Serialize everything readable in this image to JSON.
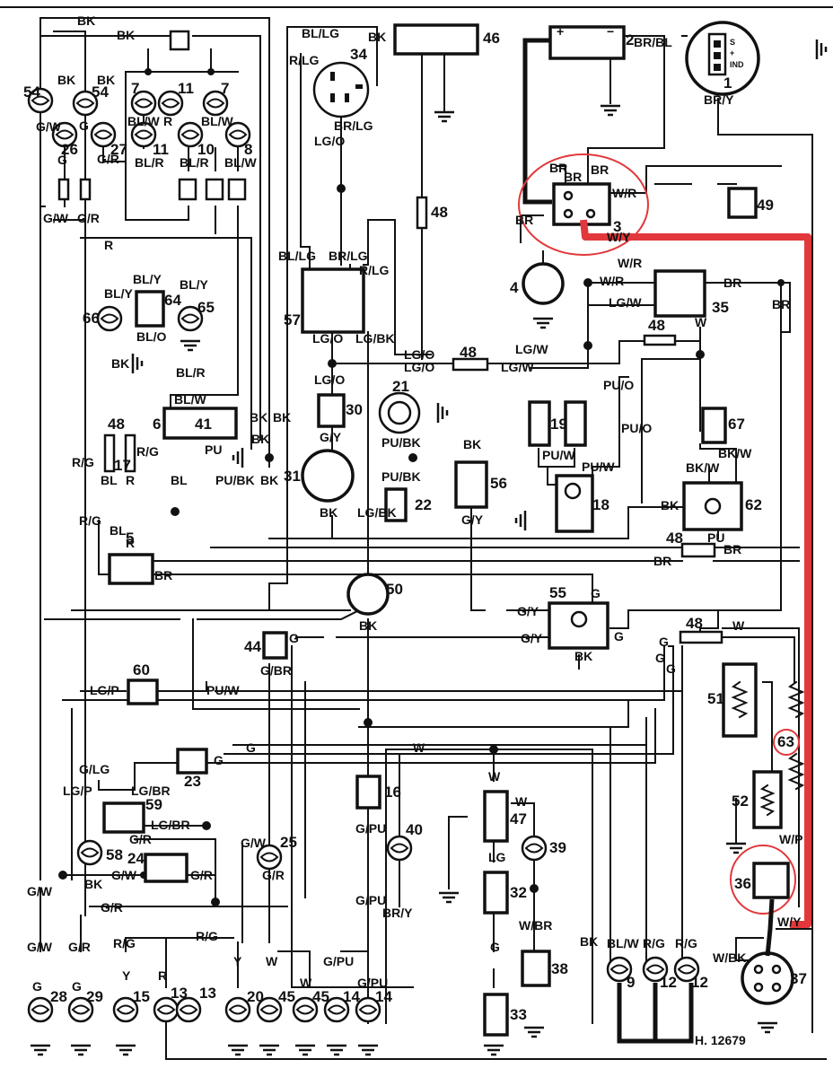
{
  "ref": "H. 12679",
  "components": [
    {
      "n": "1"
    },
    {
      "n": "2"
    },
    {
      "n": "3"
    },
    {
      "n": "4"
    },
    {
      "n": "5"
    },
    {
      "n": "6"
    },
    {
      "n": "7"
    },
    {
      "n": "8"
    },
    {
      "n": "9"
    },
    {
      "n": "10"
    },
    {
      "n": "11"
    },
    {
      "n": "12"
    },
    {
      "n": "13"
    },
    {
      "n": "14"
    },
    {
      "n": "15"
    },
    {
      "n": "16"
    },
    {
      "n": "17"
    },
    {
      "n": "18"
    },
    {
      "n": "19"
    },
    {
      "n": "20"
    },
    {
      "n": "21"
    },
    {
      "n": "22"
    },
    {
      "n": "23"
    },
    {
      "n": "24"
    },
    {
      "n": "25"
    },
    {
      "n": "26"
    },
    {
      "n": "27"
    },
    {
      "n": "28"
    },
    {
      "n": "29"
    },
    {
      "n": "30"
    },
    {
      "n": "31"
    },
    {
      "n": "32"
    },
    {
      "n": "33"
    },
    {
      "n": "34"
    },
    {
      "n": "35"
    },
    {
      "n": "36"
    },
    {
      "n": "37"
    },
    {
      "n": "38"
    },
    {
      "n": "39"
    },
    {
      "n": "40"
    },
    {
      "n": "41"
    },
    {
      "n": "44"
    },
    {
      "n": "45"
    },
    {
      "n": "46"
    },
    {
      "n": "47"
    },
    {
      "n": "48"
    },
    {
      "n": "49"
    },
    {
      "n": "50"
    },
    {
      "n": "51"
    },
    {
      "n": "52"
    },
    {
      "n": "54"
    },
    {
      "n": "55"
    },
    {
      "n": "56"
    },
    {
      "n": "57"
    },
    {
      "n": "58"
    },
    {
      "n": "59"
    },
    {
      "n": "60"
    },
    {
      "n": "62"
    },
    {
      "n": "63"
    },
    {
      "n": "64"
    },
    {
      "n": "65"
    },
    {
      "n": "66"
    },
    {
      "n": "67"
    }
  ],
  "wire_codes": [
    "BK",
    "BL/LG",
    "R/LG",
    "BR/LG",
    "LG/O",
    "BR/BL",
    "BR/Y",
    "BR",
    "W/R",
    "W/Y",
    "G/W",
    "G/R",
    "BL/W",
    "BL/R",
    "R",
    "G",
    "BL/Y",
    "BL/O",
    "W/R",
    "LG/W",
    "PU/O",
    "PU/W",
    "PU/BK",
    "G/Y",
    "LG/BK",
    "BL",
    "PU",
    "R/G",
    "LG/P",
    "G/BR",
    "PU/W",
    "W",
    "G/LG",
    "LG/BR",
    "W/P",
    "W/BK",
    "BR/Y",
    "G/PU",
    "W/BR",
    "LG",
    "R/G",
    "Y"
  ],
  "colors": {
    "ink": "#111111",
    "highlight": "#e2383b"
  },
  "labels": {
    "bk": "BK",
    "bl_lg": "BL/LG",
    "r_lg": "R/LG",
    "br_lg": "BR/LG",
    "lg_o": "LG/O",
    "br_bl": "BR/BL",
    "br_y": "BR/Y",
    "br": "BR",
    "w_r": "W/R",
    "w_y": "W/Y",
    "g_w": "G/W",
    "g_r": "G/R",
    "bl_w": "BL/W",
    "bl_r": "BL/R",
    "r": "R",
    "g": "G",
    "bl_y": "BL/Y",
    "bl_o": "BL/O",
    "lg_w": "LG/W",
    "pu_o": "PU/O",
    "pu_w": "PU/W",
    "pu_bk": "PU/BK",
    "g_y": "G/Y",
    "lg_bk": "LG/BK",
    "bl": "BL",
    "pu": "PU",
    "r_g": "R/G",
    "lg_p": "LG/P",
    "g_br": "G/BR",
    "w": "W",
    "g_lg": "G/LG",
    "lg_br": "LG/BR",
    "w_p": "W/P",
    "w_bk": "W/BK",
    "g_pu": "G/PU",
    "w_br": "W/BR",
    "lg": "LG",
    "y": "Y",
    "bk_w": "BK/W",
    "s": "S",
    "plus": "+",
    "ind": "IND",
    "minus": "−"
  }
}
